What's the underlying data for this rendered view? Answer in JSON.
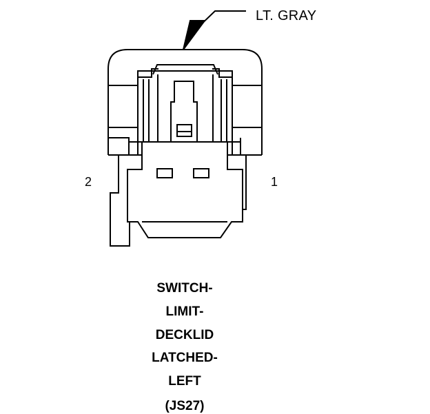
{
  "connector": {
    "color_label": "LT. GRAY",
    "pins": {
      "left": "2",
      "right": "1"
    }
  },
  "title": {
    "lines": [
      "SWITCH-",
      "LIMIT-",
      "DECKLID",
      "LATCHED-",
      "LEFT",
      "(JS27)"
    ]
  }
}
